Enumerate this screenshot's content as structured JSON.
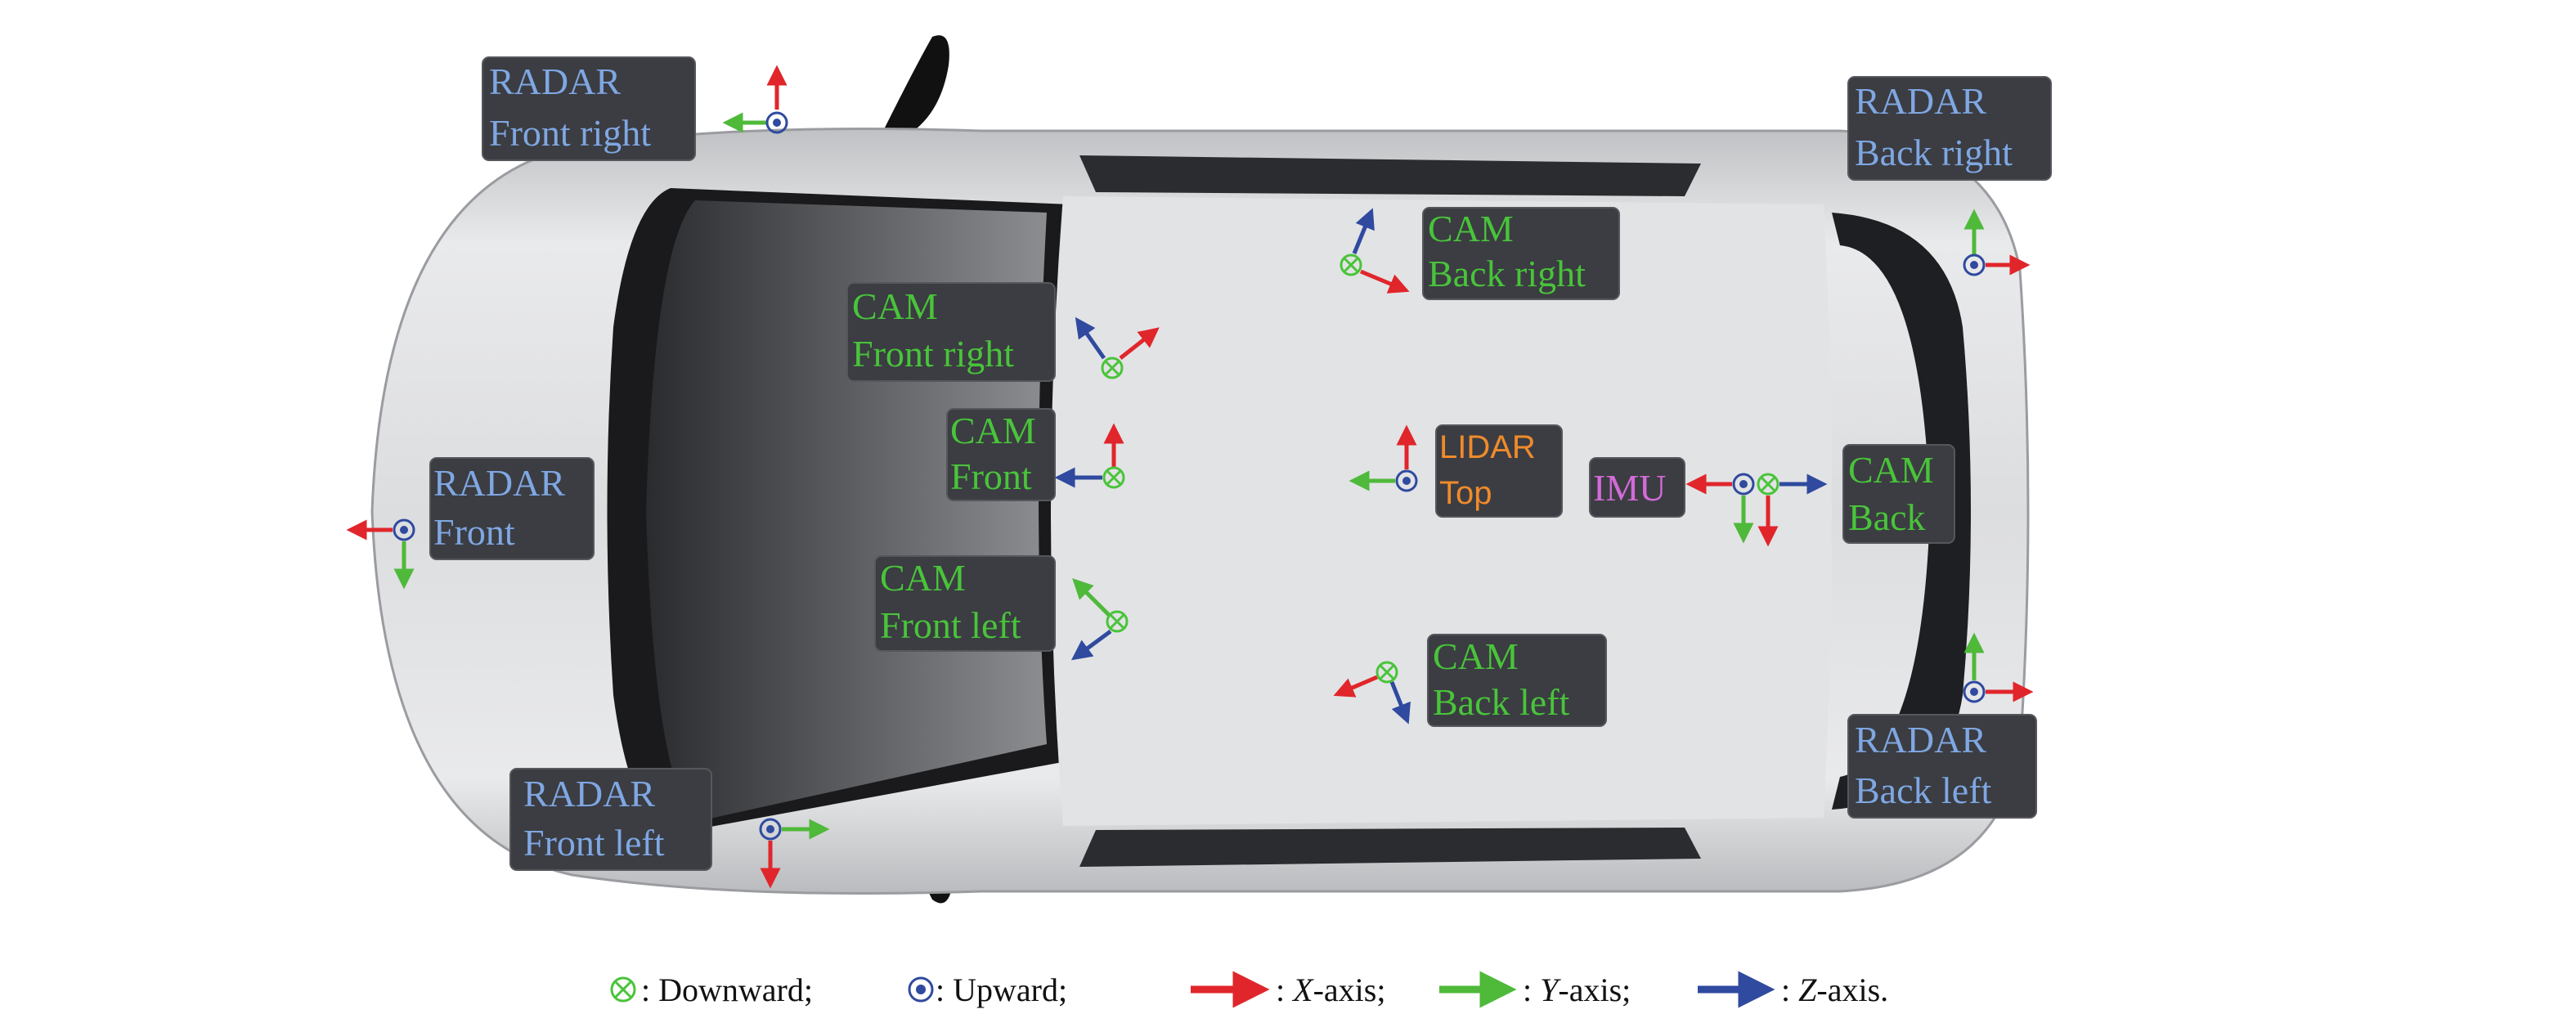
{
  "colors": {
    "radar": "#7fa7e3",
    "cam": "#49c43a",
    "lidar": "#f08a2c",
    "imu": "#d46bd8",
    "x_axis": "#e0262b",
    "y_axis": "#4fb93a",
    "z_axis": "#2f4a9f",
    "box": "#3b3d42"
  },
  "sensors": {
    "radar_front_right": [
      "RADAR",
      "Front right"
    ],
    "radar_back_right": [
      "RADAR",
      "Back right"
    ],
    "cam_back_right": [
      "CAM",
      "Back right"
    ],
    "cam_front_right": [
      "CAM",
      "Front right"
    ],
    "cam_front": [
      "CAM",
      "Front"
    ],
    "radar_front": [
      "RADAR",
      "Front"
    ],
    "lidar_top": [
      "LIDAR",
      "Top"
    ],
    "imu": [
      "IMU"
    ],
    "cam_back": [
      "CAM",
      "Back"
    ],
    "cam_front_left": [
      "CAM",
      "Front left"
    ],
    "cam_back_left": [
      "CAM",
      "Back left"
    ],
    "radar_back_left": [
      "RADAR",
      "Back left"
    ],
    "radar_front_left": [
      "RADAR",
      "Front left"
    ]
  },
  "legend": {
    "downward": ": Downward;",
    "upward": ": Upward;",
    "x_axis": "X",
    "x_suffix": "-axis;",
    "y_axis": "Y",
    "y_suffix": "-axis;",
    "z_axis": "Z",
    "z_suffix": "-axis.",
    "sep": ": "
  }
}
